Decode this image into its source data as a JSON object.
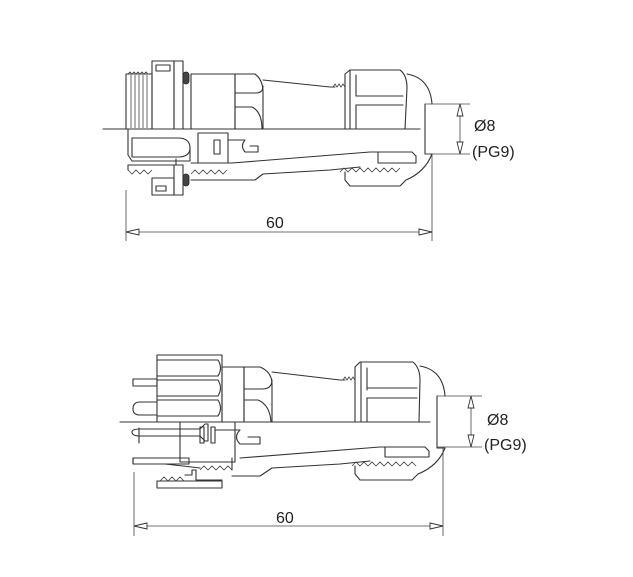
{
  "drawing": {
    "background": "#ffffff",
    "line_color": "#333333",
    "views": [
      {
        "id": "panel-mount-connector",
        "description": "Panel-mount connector with threaded front body, O-ring seal and PG9 cable gland",
        "length_dim": "60",
        "diameter_dim": "Ø8",
        "thread_dim": "(PG9)"
      },
      {
        "id": "cable-plug-connector",
        "description": "Cable plug connector with knurled coupling nut, pins and PG9 cable gland",
        "length_dim": "60",
        "diameter_dim": "Ø8",
        "thread_dim": "(PG9)"
      }
    ]
  }
}
